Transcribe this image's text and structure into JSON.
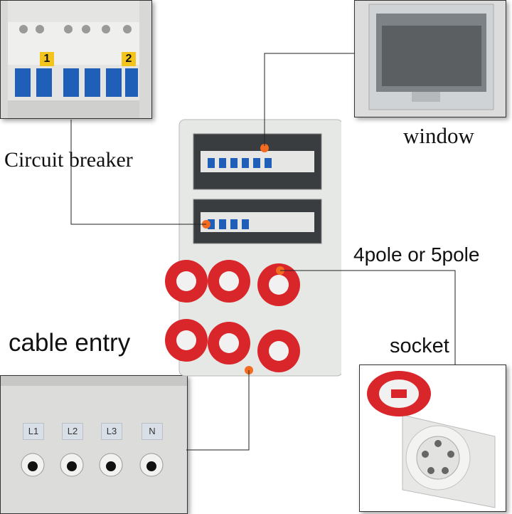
{
  "labels": {
    "circuit_breaker": "Circuit breaker",
    "window": "window",
    "pole_option": "4pole or 5pole",
    "cable_entry": "cable entry",
    "socket": "socket"
  },
  "breaker_panel": {
    "numbers": [
      "1",
      "2"
    ]
  },
  "cable_entry_tags": [
    "L1",
    "L2",
    "L3",
    "N"
  ],
  "colors": {
    "enclosure": "#e6e8e6",
    "socket_red": "#d9262a",
    "breaker_blue": "#1f5fb8",
    "marker_orange": "#f26b21",
    "leader_line": "#222222"
  }
}
